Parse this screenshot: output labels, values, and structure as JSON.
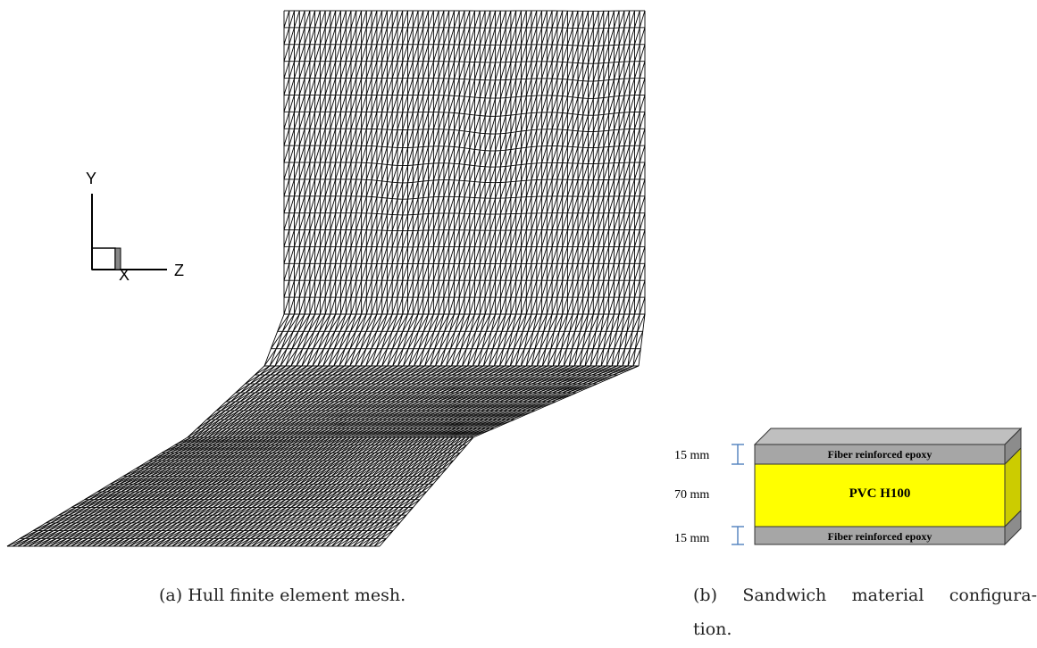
{
  "panel_a": {
    "caption": "(a) Hull finite element mesh.",
    "axes": {
      "y": "Y",
      "x": "X",
      "z": "Z"
    }
  },
  "panel_b": {
    "caption_line1": "(b) Sandwich material configura-",
    "caption_line2": "tion.",
    "layers": [
      {
        "name": "Fiber reinforced epoxy",
        "thickness": "15 mm",
        "color": "#a6a6a6"
      },
      {
        "name": "PVC H100",
        "thickness": "70 mm",
        "color": "#ffff00"
      },
      {
        "name": "Fiber reinforced epoxy",
        "thickness": "15 mm",
        "color": "#a6a6a6"
      }
    ],
    "dimension_color": "#4f81bd"
  }
}
